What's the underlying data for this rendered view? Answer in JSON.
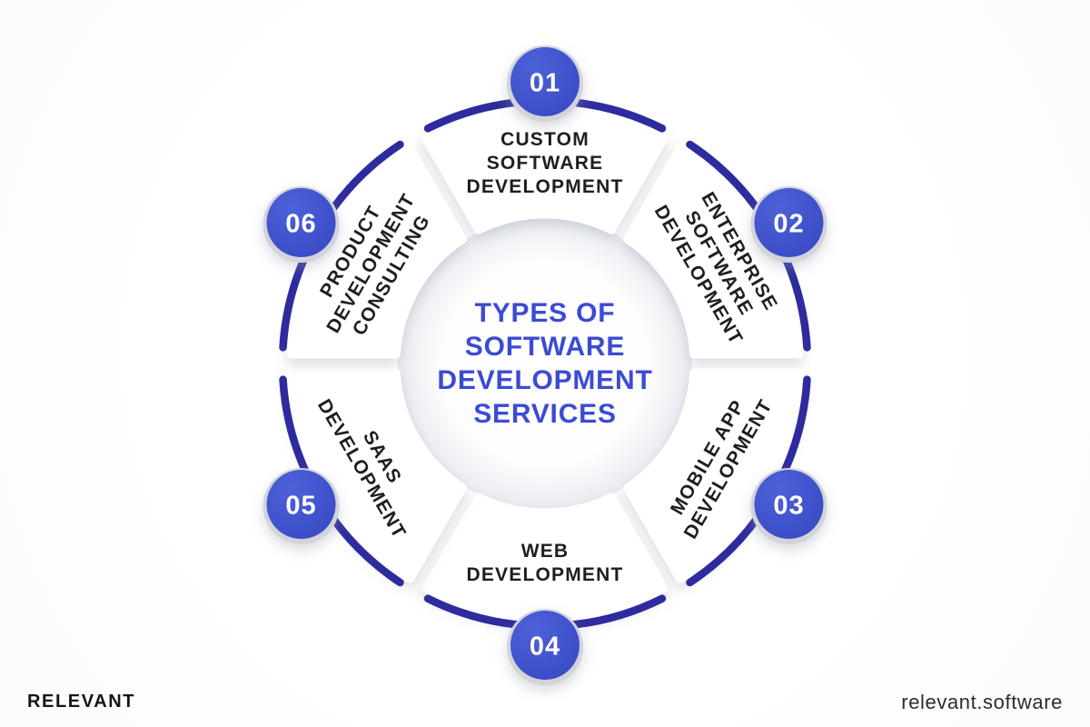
{
  "title_block": {
    "lines": [
      "TYPES OF",
      "SOFTWARE",
      "DEVELOPMENT",
      "SERVICES"
    ]
  },
  "segments": [
    {
      "number": "01",
      "label_lines": [
        "CUSTOM",
        "SOFTWARE",
        "DEVELOPMENT"
      ]
    },
    {
      "number": "02",
      "label_lines": [
        "ENTERPRISE",
        "SOFTWARE",
        "DEVELOPMENT"
      ]
    },
    {
      "number": "03",
      "label_lines": [
        "MOBILE APP",
        "DEVELOPMENT"
      ]
    },
    {
      "number": "04",
      "label_lines": [
        "WEB",
        "DEVELOPMENT"
      ]
    },
    {
      "number": "05",
      "label_lines": [
        "SAAS",
        "DEVELOPMENT"
      ]
    },
    {
      "number": "06",
      "label_lines": [
        "PRODUCT",
        "DEVELOPMENT",
        "CONSULTING"
      ]
    }
  ],
  "footer": {
    "brand": "RELEVANT",
    "website": "relevant.software"
  },
  "colors": {
    "badge_blue": "#3f52c8",
    "badge_blue_light": "#4d61d9",
    "badge_blue_dark": "#3546c0",
    "arc_indigo": "#2e2b9e",
    "title_blue": "#3b4bd3",
    "label_dark": "#1d1e20",
    "badge_ring_gray": "#d3d4da",
    "badge_number_white": "#ffffff",
    "wedge_white": "#ffffff",
    "footer_dark": "#141518"
  }
}
